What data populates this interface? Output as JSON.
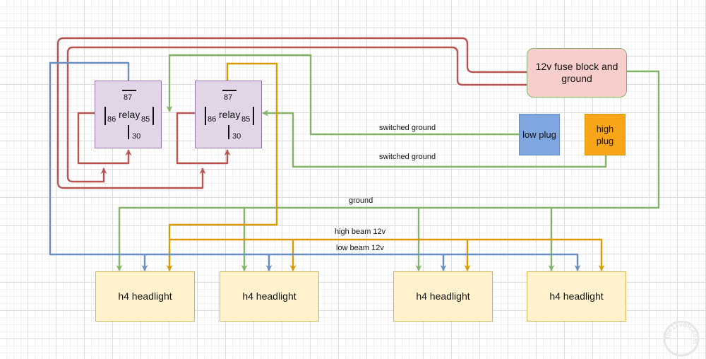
{
  "boxes": {
    "fuse": "12v fuse block and ground",
    "low_plug": "low plug",
    "high_plug": "high plug",
    "headlights": [
      "h4 headlight",
      "h4 headlight",
      "h4 headlight",
      "h4 headlight"
    ]
  },
  "relays": [
    {
      "label": "relay",
      "pin_87": "87",
      "pin_86": "86",
      "pin_85": "85",
      "pin_30": "30"
    },
    {
      "label": "relay",
      "pin_87": "87",
      "pin_86": "86",
      "pin_85": "85",
      "pin_30": "30"
    }
  ],
  "wire_labels": {
    "switched_ground_1": "switched ground",
    "switched_ground_2": "switched ground",
    "ground": "ground",
    "high_beam": "high beam 12v",
    "low_beam": "low beam 12v"
  },
  "colors": {
    "power": "#b85450",
    "ground": "#82b366",
    "low_beam": "#6c8ebf",
    "high_beam": "#d79b00"
  },
  "watermark": "the12volt.com"
}
